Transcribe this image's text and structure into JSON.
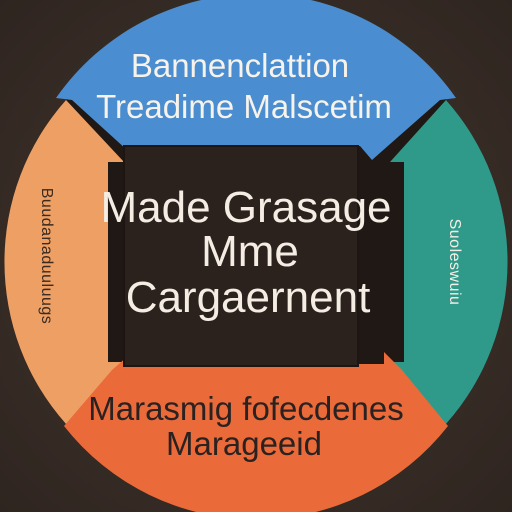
{
  "colors": {
    "background": "#3a2e28",
    "ring_outline": "#1f1814",
    "top_segment": "#4a8ed1",
    "right_segment": "#2f9a8a",
    "bottom_segment": "#ea6a3a",
    "left_segment": "#eea064",
    "center_box": "#2b221e"
  },
  "top": {
    "line1": "Bannenclattion",
    "line2": "Treadime Malscetim"
  },
  "center": {
    "line1": "Made Grasage",
    "line2": "Mme",
    "line3": "Cargaernent"
  },
  "bottom": {
    "line1": "Marasmig fofecdenes",
    "line2": "Marageeid"
  },
  "left": {
    "text": "Buudanaduuluugs"
  },
  "right": {
    "text": "Suoleswuiu"
  }
}
